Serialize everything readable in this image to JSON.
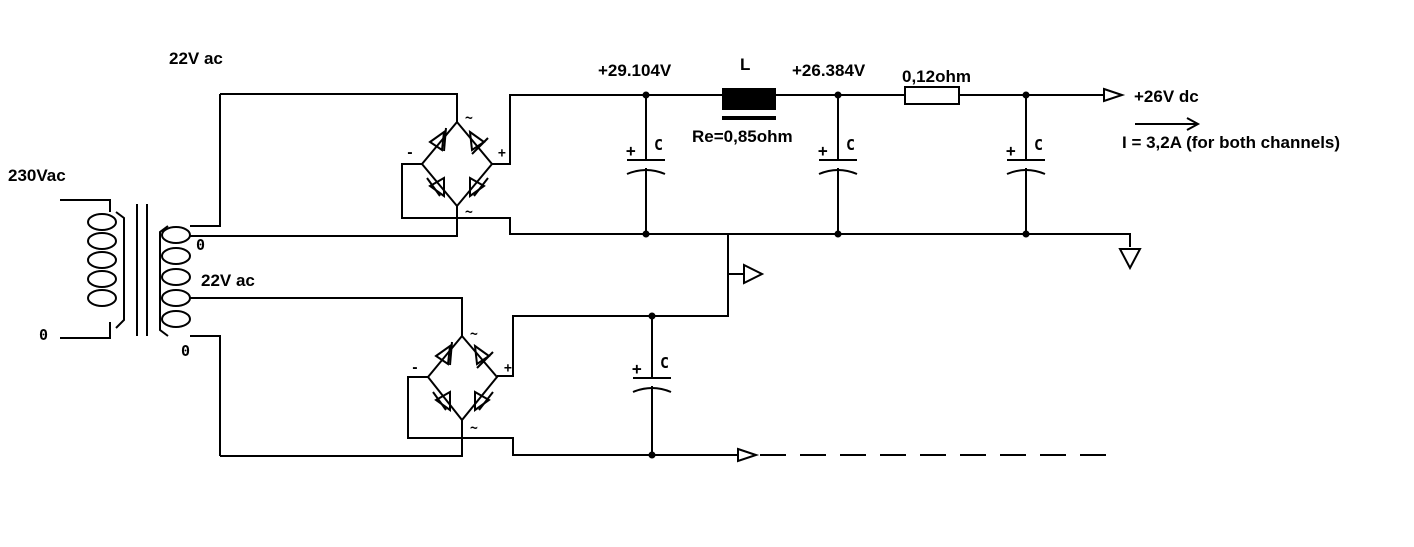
{
  "diagram": {
    "labels": {
      "primary_voltage": "230Vac",
      "secondary_top": "22V ac",
      "secondary_bottom": "22V ac",
      "zero_tap_center": "0",
      "zero_primary": "0",
      "zero_secondary_bottom": "0",
      "node_v1": "+29.104V",
      "inductor": "L",
      "inductor_resistance": "Re=0,85ohm",
      "node_v2": "+26.384V",
      "resistor": "0,12ohm",
      "output_voltage": "+26V  dc",
      "output_current": "I = 3,2A (for both channels)",
      "capacitor": "C",
      "cap_plus": "+",
      "bridge_plus": "+",
      "bridge_minus": "-",
      "bridge_ac": "~"
    }
  }
}
